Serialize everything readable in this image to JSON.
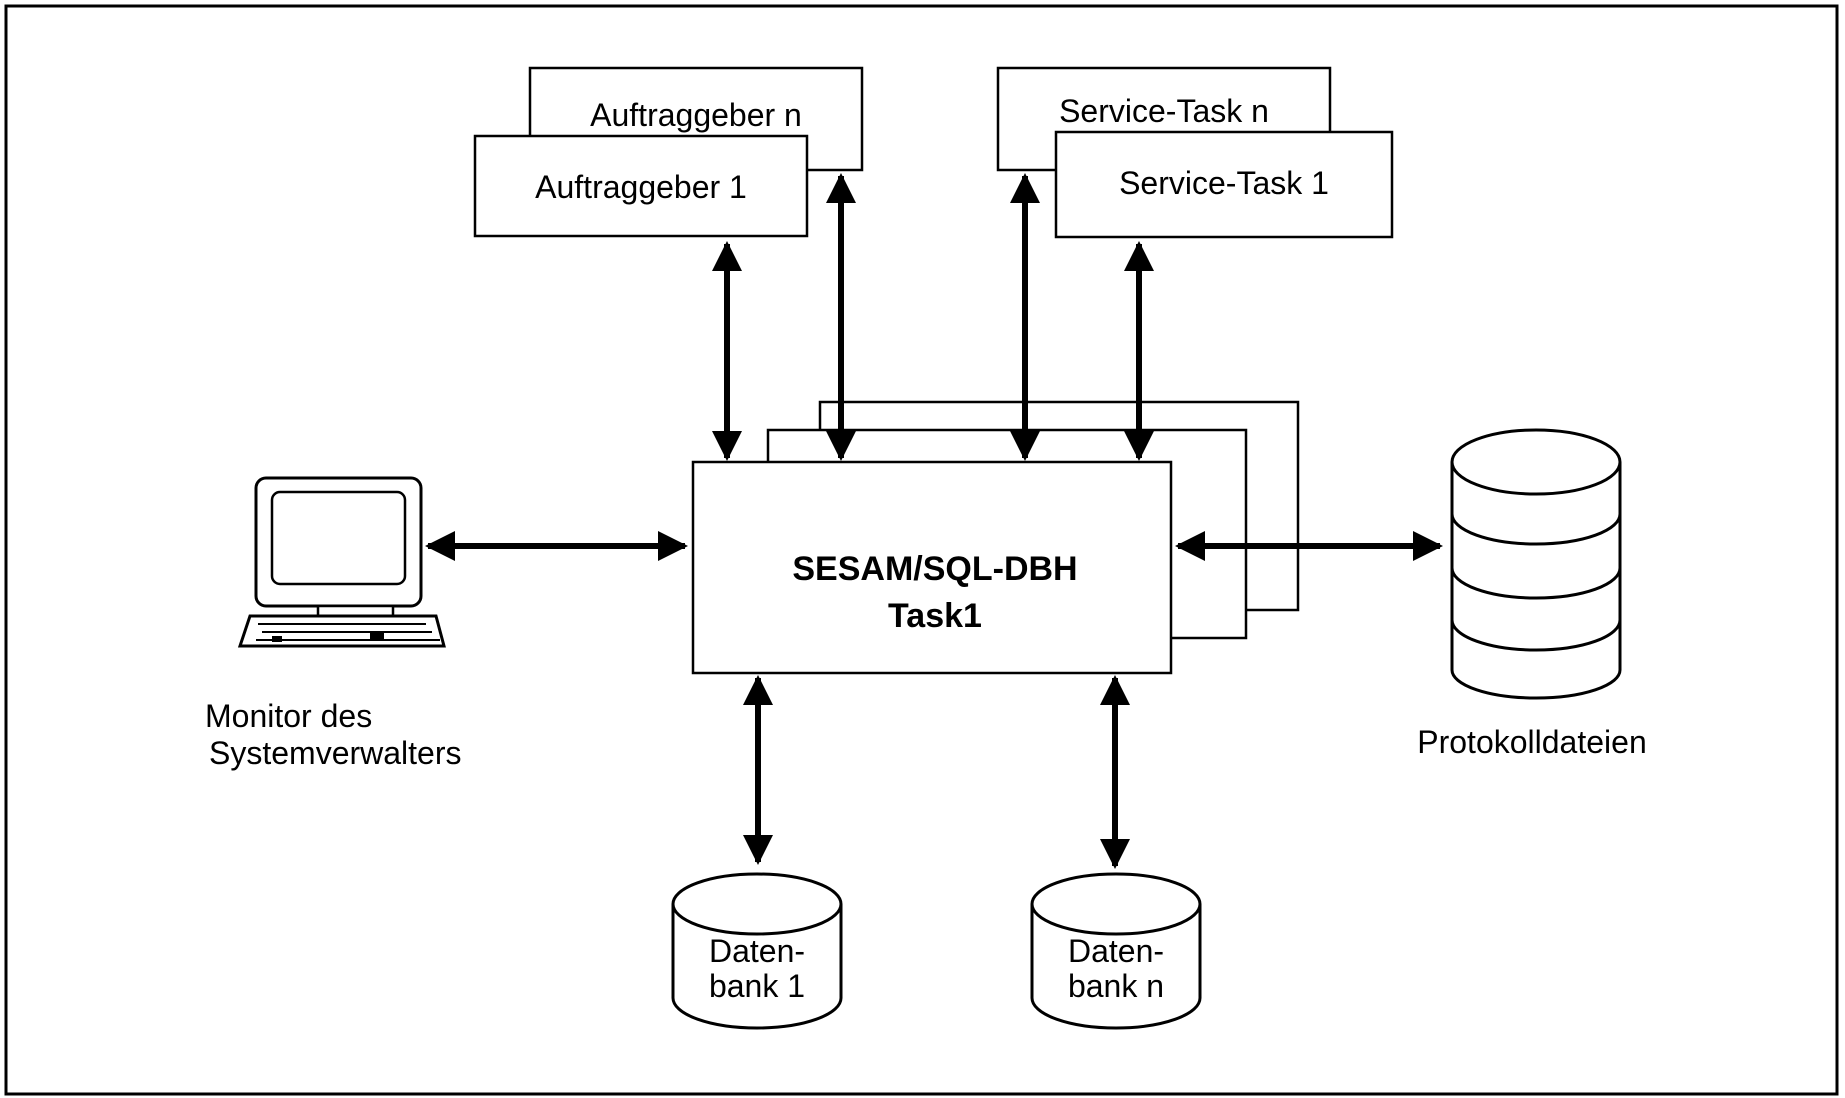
{
  "diagram": {
    "requester_n": "Auftraggeber n",
    "requester_1": "Auftraggeber 1",
    "service_task_n": "Service-Task n",
    "service_task_1": "Service-Task 1",
    "dbh_line1": "SESAM/SQL-DBH",
    "dbh_line2": "Task1",
    "monitor_line1": "Monitor des",
    "monitor_line2": "Systemverwalters",
    "log_files": "Protokolldateien",
    "db1_line1": "Daten-",
    "db1_line2": "bank 1",
    "dbn_line1": "Daten-",
    "dbn_line2": "bank n"
  }
}
